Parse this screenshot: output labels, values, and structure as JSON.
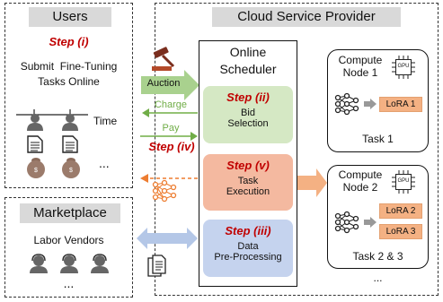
{
  "users": {
    "title": "Users",
    "step": "Step (i)",
    "desc_line1": "Submit  Fine-Tuning",
    "desc_line2": "Tasks Online",
    "time_label": "Time",
    "ellipsis": "..."
  },
  "marketplace": {
    "title": "Marketplace",
    "subtitle": "Labor Vendors",
    "ellipsis": "..."
  },
  "provider": {
    "title": "Cloud Service Provider",
    "ellipsis": "..."
  },
  "scheduler": {
    "title_line1": "Online",
    "title_line2": "Scheduler",
    "phases": [
      {
        "step": "Step (ii)",
        "line1": "Bid",
        "line2": "Selection"
      },
      {
        "step": "Step (v)",
        "line1": "Task",
        "line2": "Execution"
      },
      {
        "step": "Step (iii)",
        "line1": "Data",
        "line2": "Pre-Processing"
      }
    ]
  },
  "arrows": {
    "auction": "Auction",
    "charge": "Charge",
    "pay": "Pay",
    "step_iv": "Step (iv)"
  },
  "nodes": [
    {
      "line1": "Compute",
      "line2": "Node 1",
      "chip": "GPU",
      "loras": [
        "LoRA 1"
      ],
      "task": "Task 1"
    },
    {
      "line1": "Compute",
      "line2": "Node 2",
      "chip": "GPU",
      "loras": [
        "LoRA 2",
        "LoRA 3"
      ],
      "task": "Task 2 & 3"
    }
  ],
  "colors": {
    "step_red": "#c00000",
    "green_phase": "#d5e8c4",
    "orange_phase": "#f4b9a0",
    "blue_phase": "#c5d3ee",
    "green_arrow": "#70ad47",
    "orange_arrow": "#ed7d31",
    "blue_arrow": "#9fb5e0"
  }
}
